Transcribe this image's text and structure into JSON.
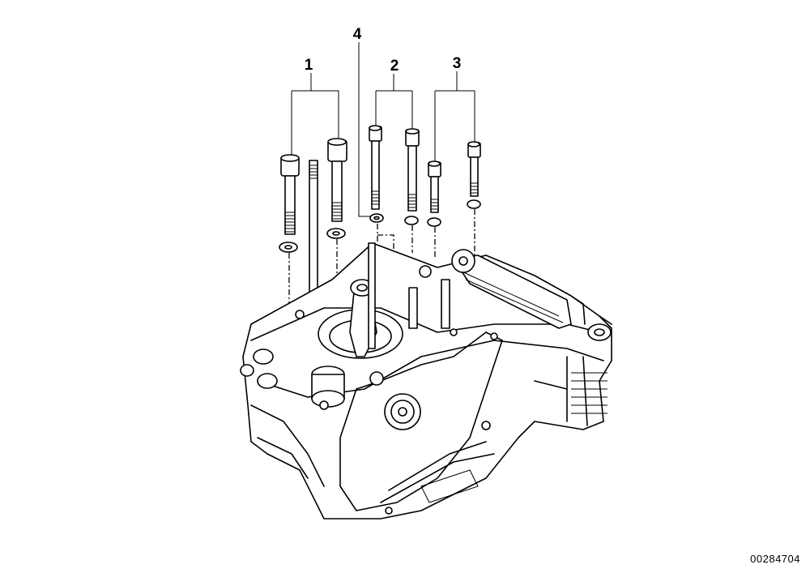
{
  "diagram": {
    "callouts": [
      {
        "id": "1",
        "label": "1"
      },
      {
        "id": "2",
        "label": "2"
      },
      {
        "id": "3",
        "label": "3"
      },
      {
        "id": "4",
        "label": "4"
      }
    ],
    "document_number": "00284704"
  }
}
